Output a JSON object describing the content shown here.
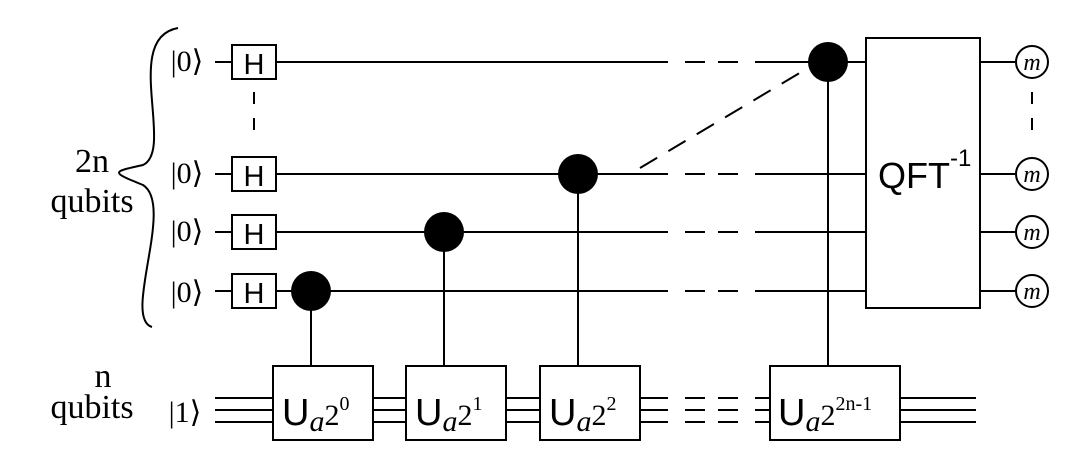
{
  "register_labels": {
    "control": [
      "2n",
      "qubits"
    ],
    "target": [
      "n",
      "qubits"
    ]
  },
  "kets": {
    "zero": "|0⟩",
    "one": "|1⟩"
  },
  "gates": {
    "hadamard": "H",
    "qft_main": "QFT",
    "qft_sup": "-1",
    "u_base": "U",
    "u_sub": "a",
    "u_two": "2",
    "u_exp": [
      "0",
      "1",
      "2",
      "2n-1"
    ]
  },
  "measurement": "m"
}
